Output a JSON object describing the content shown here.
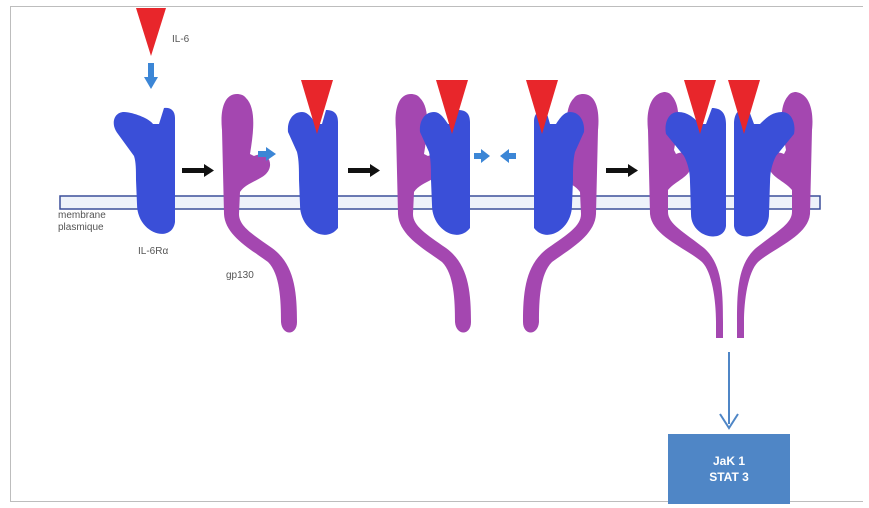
{
  "labels": {
    "il6": "IL-6",
    "membrane": "membrane",
    "plasmique": "plasmique",
    "receptor": "IL-6Rα",
    "gp130": "gp130"
  },
  "output_box": {
    "line1": "JaK 1",
    "line2": "STAT 3"
  },
  "colors": {
    "receptor_blue": "#3a4fd8",
    "gp130_purple": "#a447b0",
    "ligand_red": "#e8262b",
    "membrane_stroke": "#3b4f9a",
    "membrane_fill": "#eef2fa",
    "step_arrow": "#111111",
    "small_arrow": "#3c86d6",
    "output_box": "#4f86c6"
  }
}
